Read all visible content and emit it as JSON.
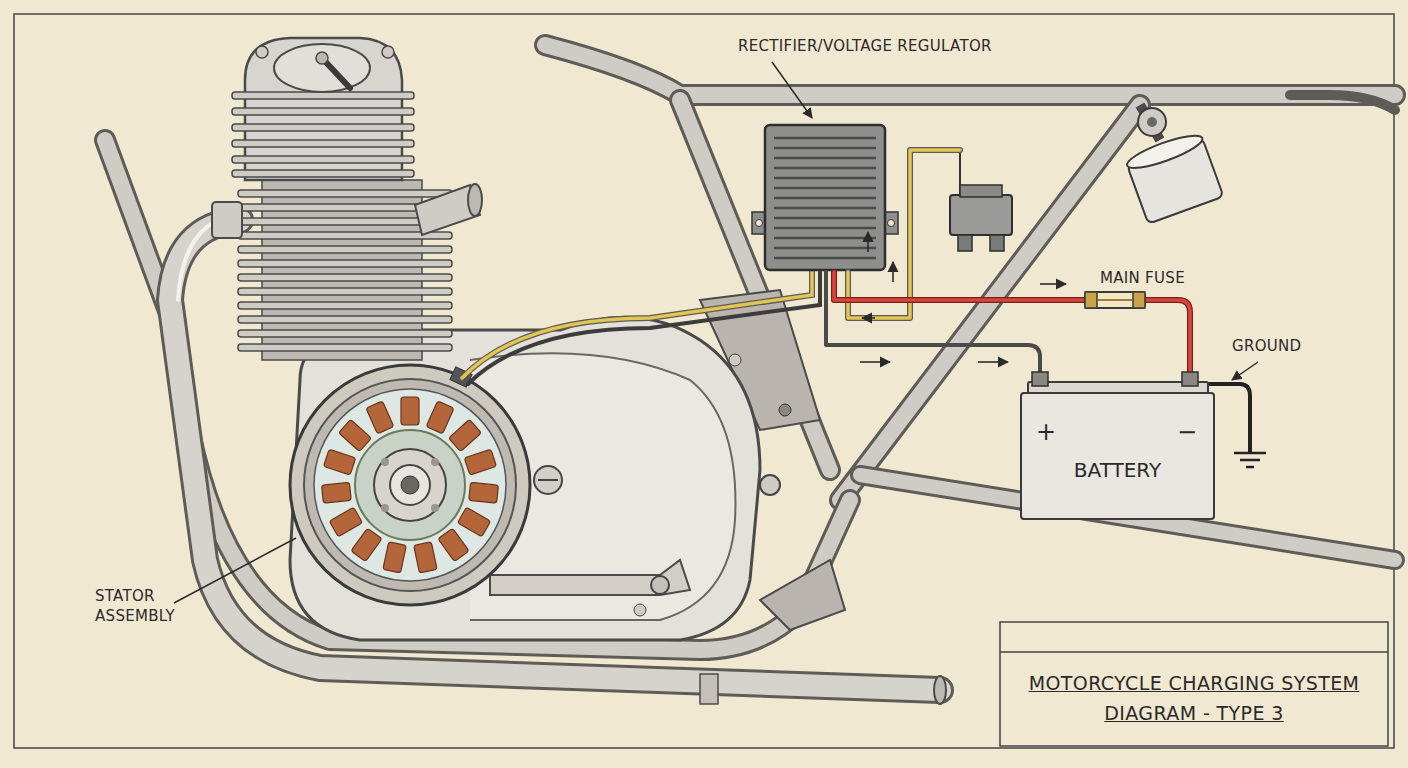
{
  "diagram": {
    "title": "MOTORCYCLE CHARGING SYSTEM DIAGRAM - TYPE 3",
    "nodes": [
      {
        "text": [
          "+",
          "−",
          "BATTERY"
        ]
      }
    ],
    "labels": [
      "RECTIFIER/VOLTAGE REGULATOR",
      "MAIN FUSE",
      "GROUND",
      "STATOR ASSEMBLY"
    ]
  }
}
